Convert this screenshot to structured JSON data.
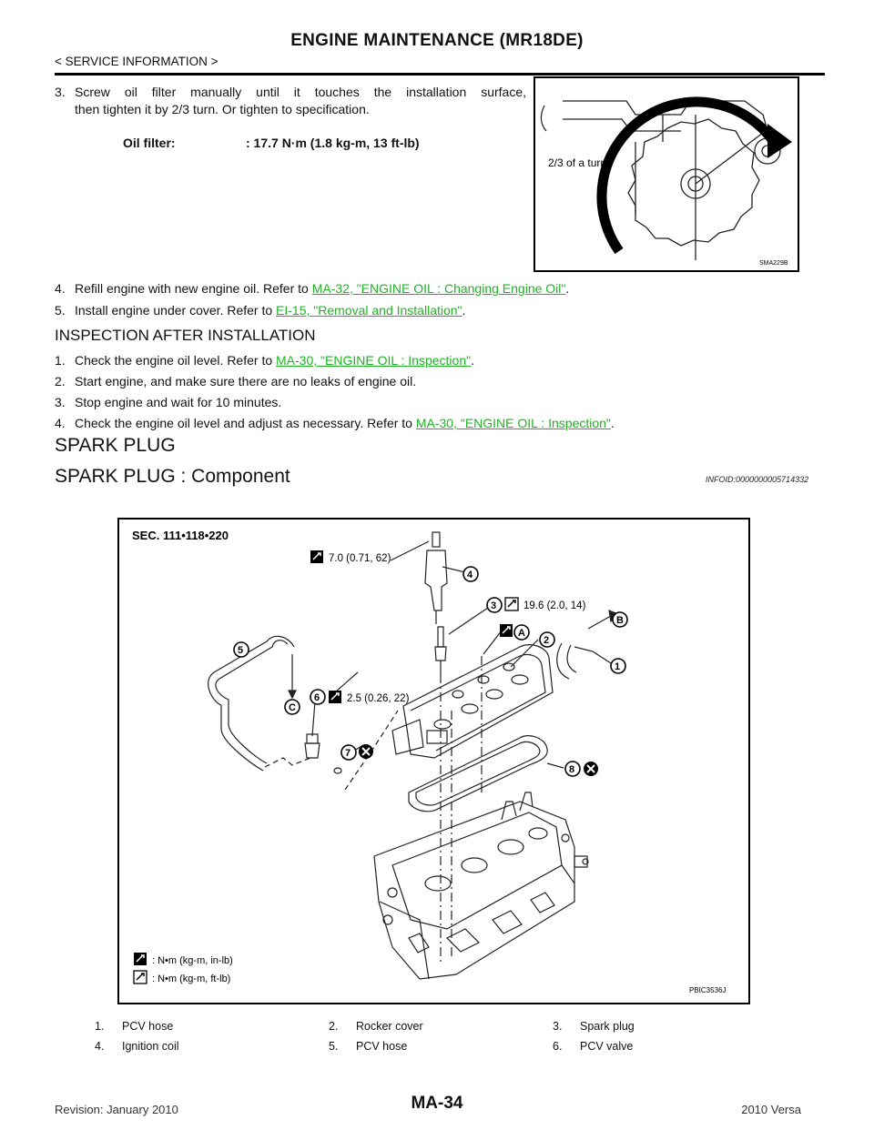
{
  "header": {
    "title": "ENGINE MAINTENANCE (MR18DE)",
    "breadcrumb": "< SERVICE INFORMATION >"
  },
  "steps_top": [
    {
      "num": "3.",
      "line1": "Screw oil filter manually until it touches the installation surface,",
      "line2": "then tighten it by 2/3 turn. Or tighten to specification."
    },
    {
      "num": "4.",
      "text": "Refill engine with new engine oil. Refer to ",
      "link": "MA-32, \"ENGINE OIL : Changing Engine Oil\"",
      "end": "."
    },
    {
      "num": "5.",
      "text": "Install engine under cover. Refer to ",
      "link": "EI-15, \"Removal and Installation\"",
      "end": "."
    }
  ],
  "spec": {
    "label": "Oil filter:",
    "value": ": 17.7 N·m (1.8 kg-m, 13 ft-lb)"
  },
  "figure1": {
    "label": "2/3 of a turn",
    "caption": "SMA229B"
  },
  "inspection": {
    "heading": "INSPECTION AFTER INSTALLATION",
    "steps": [
      {
        "num": "1.",
        "text": "Check the engine oil level. Refer to ",
        "link": "MA-30, \"ENGINE OIL : Inspection\"",
        "end": "."
      },
      {
        "num": "2.",
        "text": "Start engine, and make sure there are no leaks of engine oil.",
        "link": "",
        "end": ""
      },
      {
        "num": "3.",
        "text": "Stop engine and wait for 10 minutes.",
        "link": "",
        "end": ""
      },
      {
        "num": "4.",
        "text": "Check the engine oil level and adjust as necessary. Refer to ",
        "link": "MA-30, \"ENGINE OIL : Inspection\"",
        "end": "."
      }
    ]
  },
  "section": {
    "title": "SPARK PLUG",
    "subtitle": "SPARK PLUG : Component",
    "infoid": "INFOID:0000000005714332"
  },
  "figure2": {
    "sec": "SEC. 111•118•220",
    "torque1": "7.0 (0.71, 62)",
    "torque2": "19.6 (2.0, 14)",
    "torque3": "2.5 (0.26, 22)",
    "callouts": [
      "1",
      "2",
      "3",
      "4",
      "5",
      "6",
      "7",
      "8",
      "A",
      "B",
      "C"
    ],
    "legend1": ": N•m (kg-m, in-lb)",
    "legend2": ": N•m (kg-m, ft-lb)",
    "caption": "PBIC3536J"
  },
  "parts": [
    [
      "1.",
      "PCV hose"
    ],
    [
      "2.",
      "Rocker cover"
    ],
    [
      "3.",
      "Spark plug"
    ],
    [
      "4.",
      "Ignition coil"
    ],
    [
      "5.",
      "PCV hose"
    ],
    [
      "6.",
      "PCV valve"
    ]
  ],
  "footer": {
    "page": "MA-34",
    "revision": "Revision: January 2010",
    "model": "2010 Versa"
  }
}
